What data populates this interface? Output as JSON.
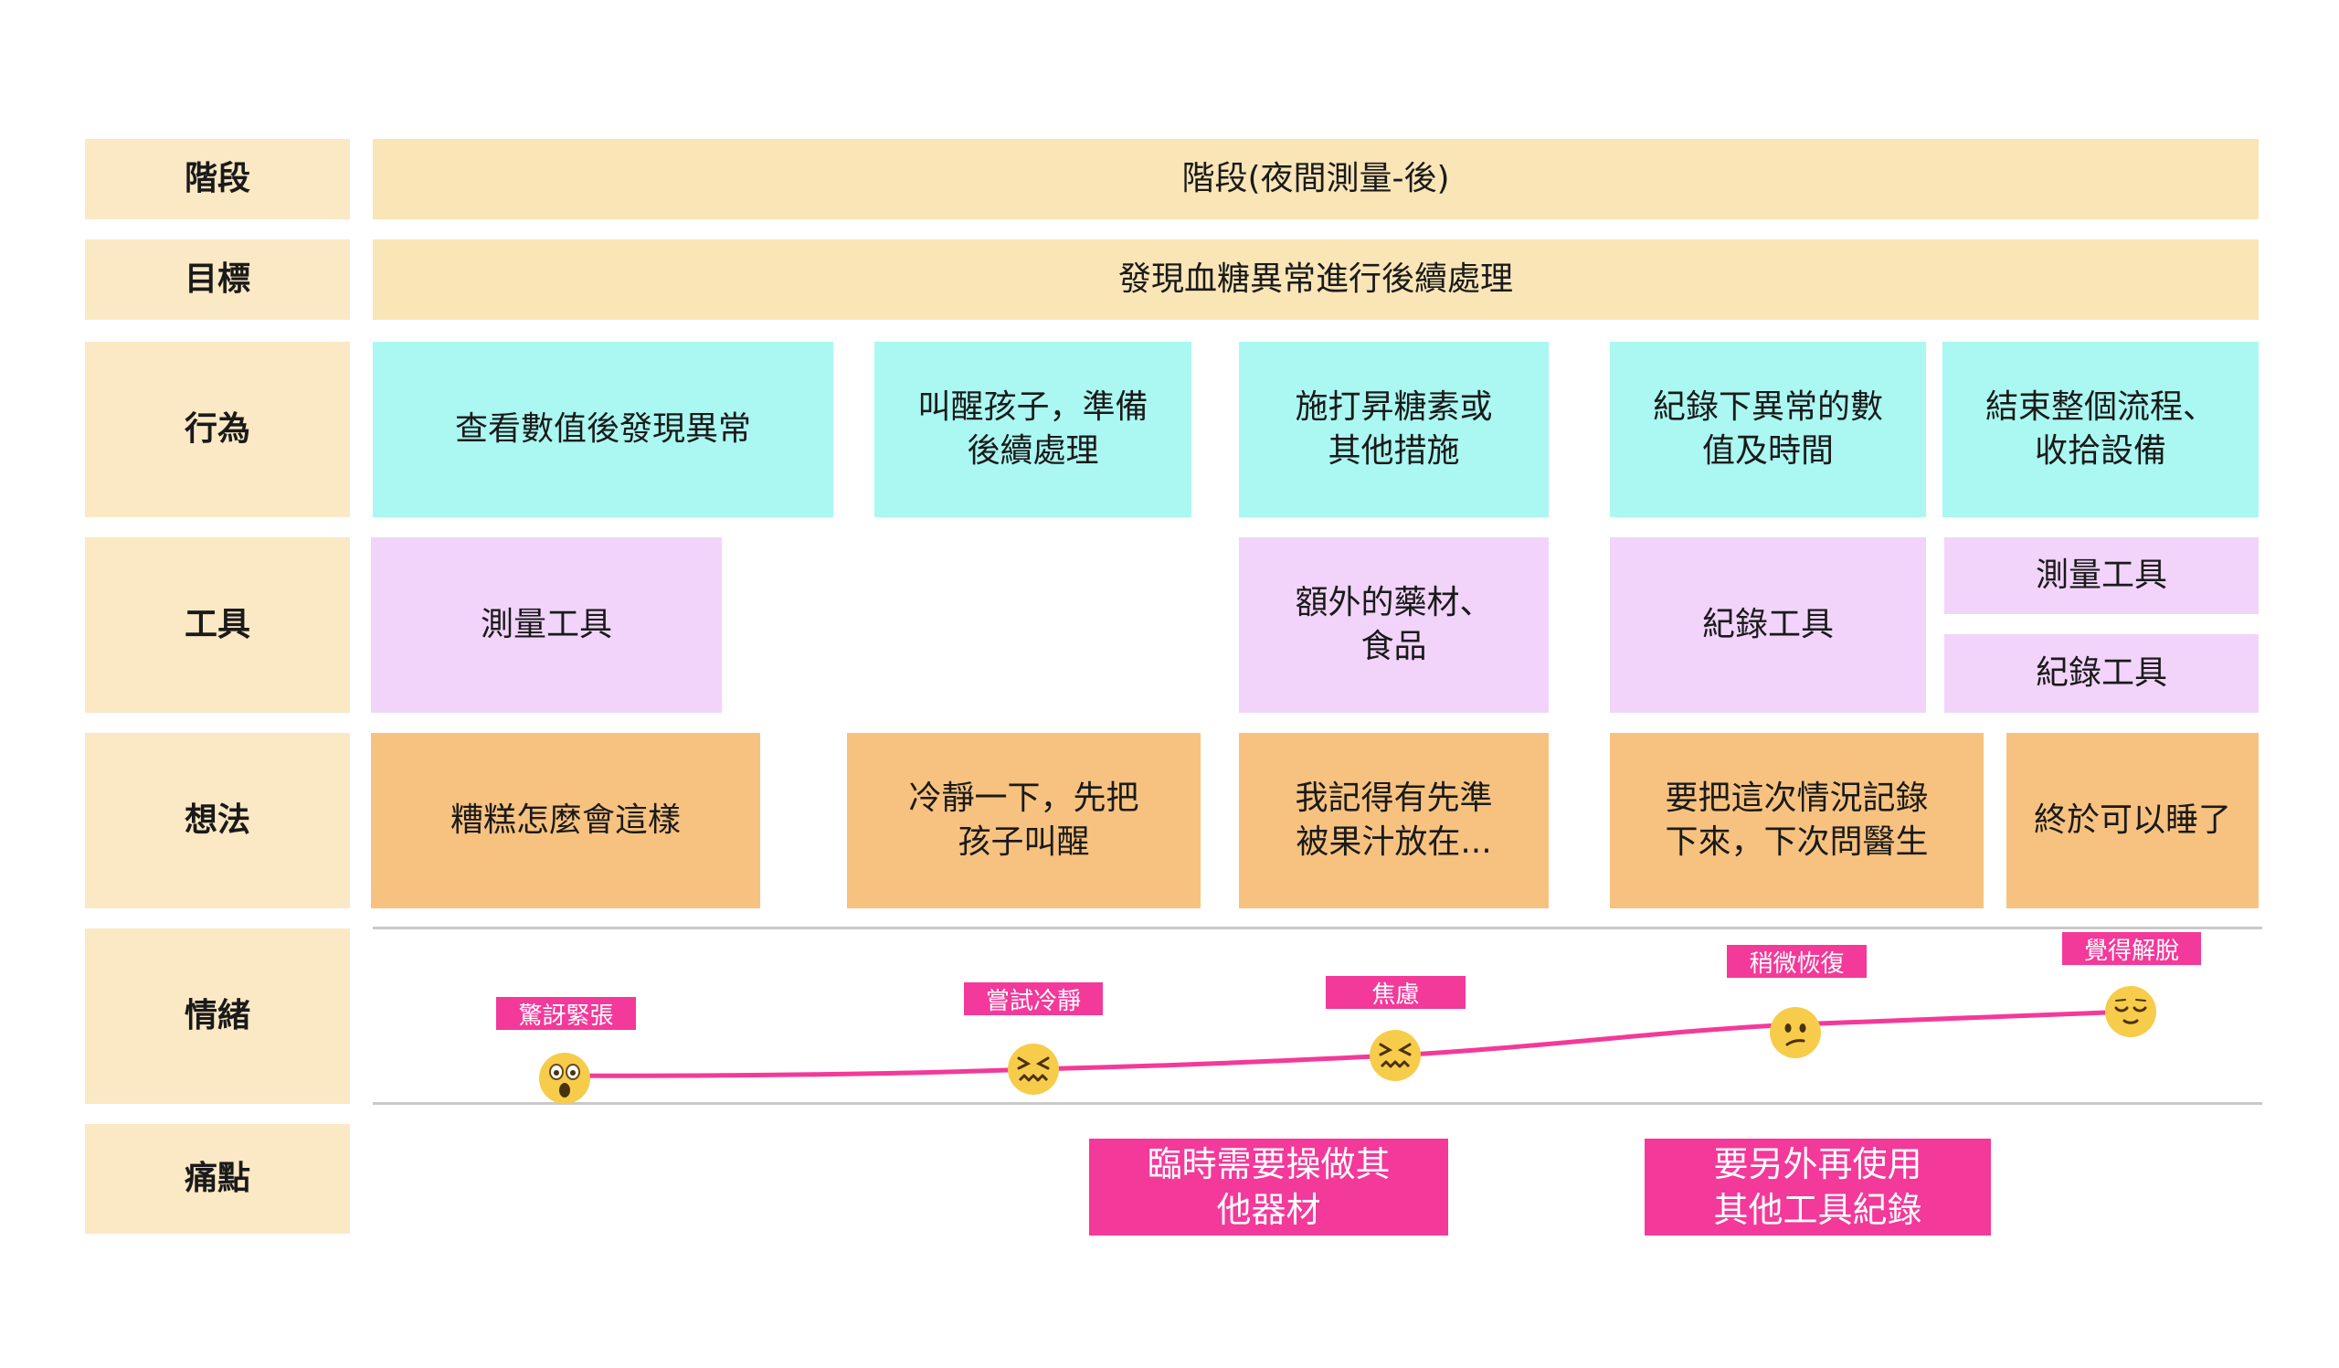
{
  "rows": {
    "stage": "階段",
    "goal": "目標",
    "action": "行為",
    "tool": "工具",
    "thought": "想法",
    "emotion": "情緒",
    "pain": "痛點"
  },
  "stage_value": "階段(夜間測量-後)",
  "goal_value": "發現血糖異常進行後續處理",
  "actions": [
    "查看數值後發現異常",
    "叫醒孩子，準備\n後續處理",
    "施打昇糖素或\n其他措施",
    "紀錄下異常的數\n值及時間",
    "結束整個流程、\n收拾設備"
  ],
  "tools": [
    "測量工具",
    "額外的藥材、\n食品",
    "紀錄工具",
    "測量工具",
    "紀錄工具"
  ],
  "thoughts": [
    "糟糕怎麼會這樣",
    "冷靜一下，先把\n孩子叫醒",
    "我記得有先準\n被果汁放在...",
    "要把這次情況記錄\n下來，下次問醫生",
    "終於可以睡了"
  ],
  "emotions": [
    {
      "label": "驚訝緊張",
      "face": "astonished-face-icon"
    },
    {
      "label": "嘗試冷靜",
      "face": "confounded-face-icon"
    },
    {
      "label": "焦慮",
      "face": "confounded-face-icon"
    },
    {
      "label": "稍微恢復",
      "face": "confused-face-icon"
    },
    {
      "label": "覺得解脫",
      "face": "relieved-face-icon"
    }
  ],
  "pains": [
    "臨時需要操做其\n他器材",
    "要另外再使用\n其他工具紀錄"
  ],
  "colors": {
    "label_bg": "#fbe8c4",
    "stage_bg": "#f9e5b6",
    "action_bg": "#aaf8f1",
    "tool_bg": "#f2d4fb",
    "thought_bg": "#f7c27f",
    "accent": "#f3399a",
    "emoji": "#f7cc4a"
  }
}
